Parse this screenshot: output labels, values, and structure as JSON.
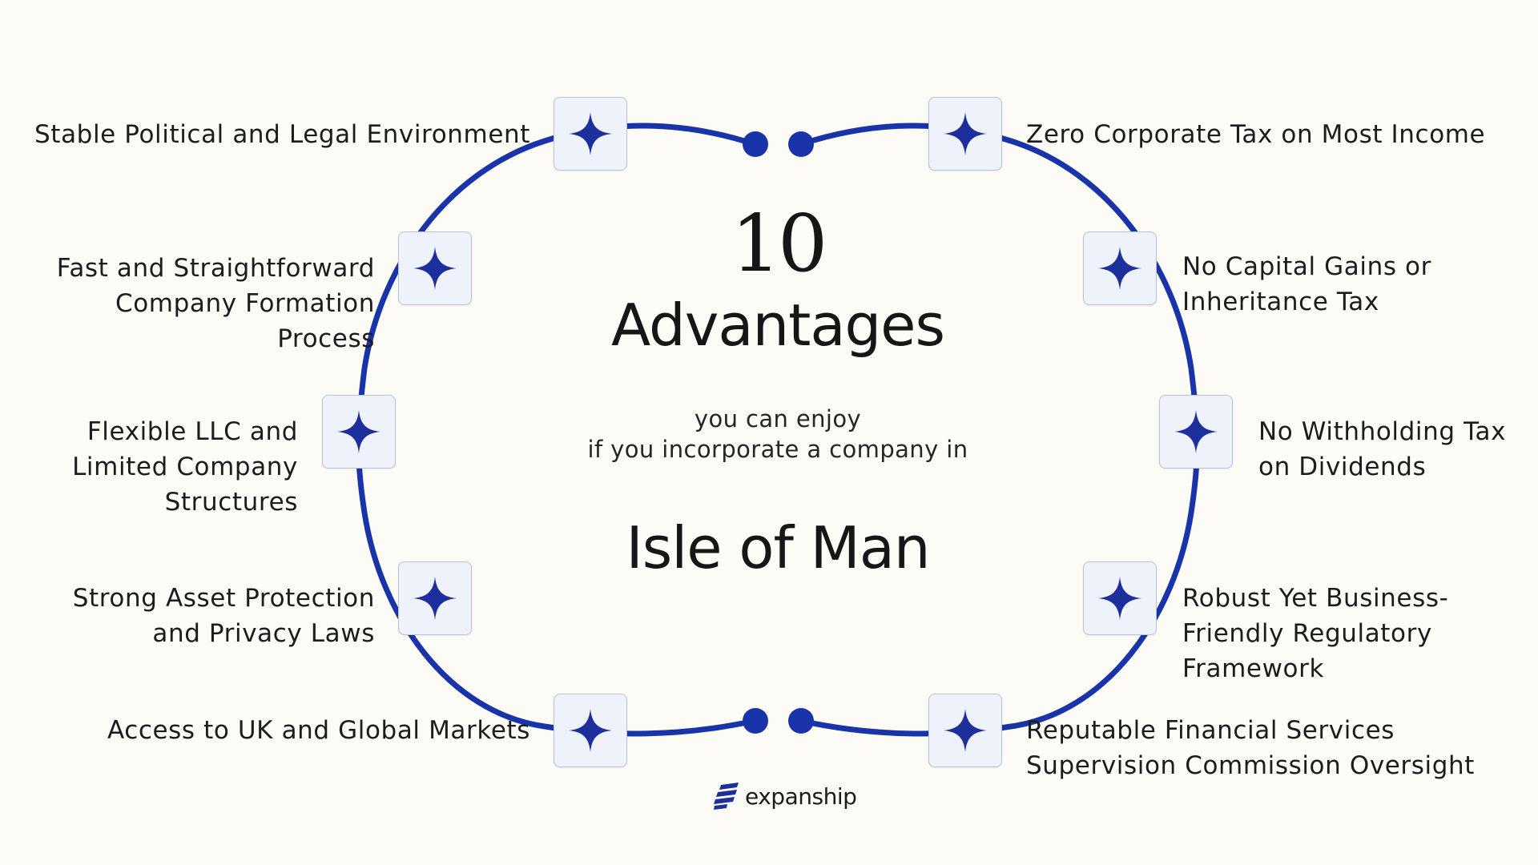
{
  "header": {
    "number": "10",
    "heading": "Advantages",
    "subtitle_line1": "you can enjoy",
    "subtitle_line2": "if you incorporate a company in",
    "place": "Isle of Man"
  },
  "advantages": [
    {
      "side": "left",
      "lines": [
        "Stable Political and Legal Environment"
      ]
    },
    {
      "side": "left",
      "lines": [
        "Fast and Straightforward",
        "Company Formation",
        "Process"
      ]
    },
    {
      "side": "left",
      "lines": [
        "Flexible LLC and",
        "Limited Company",
        "Structures"
      ]
    },
    {
      "side": "left",
      "lines": [
        "Strong Asset Protection",
        "and Privacy Laws"
      ]
    },
    {
      "side": "left",
      "lines": [
        "Access to UK and Global Markets"
      ]
    },
    {
      "side": "right",
      "lines": [
        "Zero Corporate Tax on Most Income"
      ]
    },
    {
      "side": "right",
      "lines": [
        "No Capital Gains or",
        "Inheritance Tax"
      ]
    },
    {
      "side": "right",
      "lines": [
        "No Withholding Tax",
        "on Dividends"
      ]
    },
    {
      "side": "right",
      "lines": [
        "Robust Yet Business-",
        "Friendly Regulatory",
        "Framework"
      ]
    },
    {
      "side": "right",
      "lines": [
        "Reputable Financial Services",
        "Supervision Commission Oversight"
      ]
    }
  ],
  "brand": {
    "name": "expanship",
    "icon": "expanship-logo-icon"
  },
  "icons": {
    "node": "four-point-star-icon"
  },
  "colors": {
    "background": "#fdfbf5",
    "ring": "#1934a8",
    "star": "#1d2f9c",
    "node_fill": "#eef2fb",
    "node_border": "#b9c2d6",
    "text": "#1c1c1c"
  }
}
